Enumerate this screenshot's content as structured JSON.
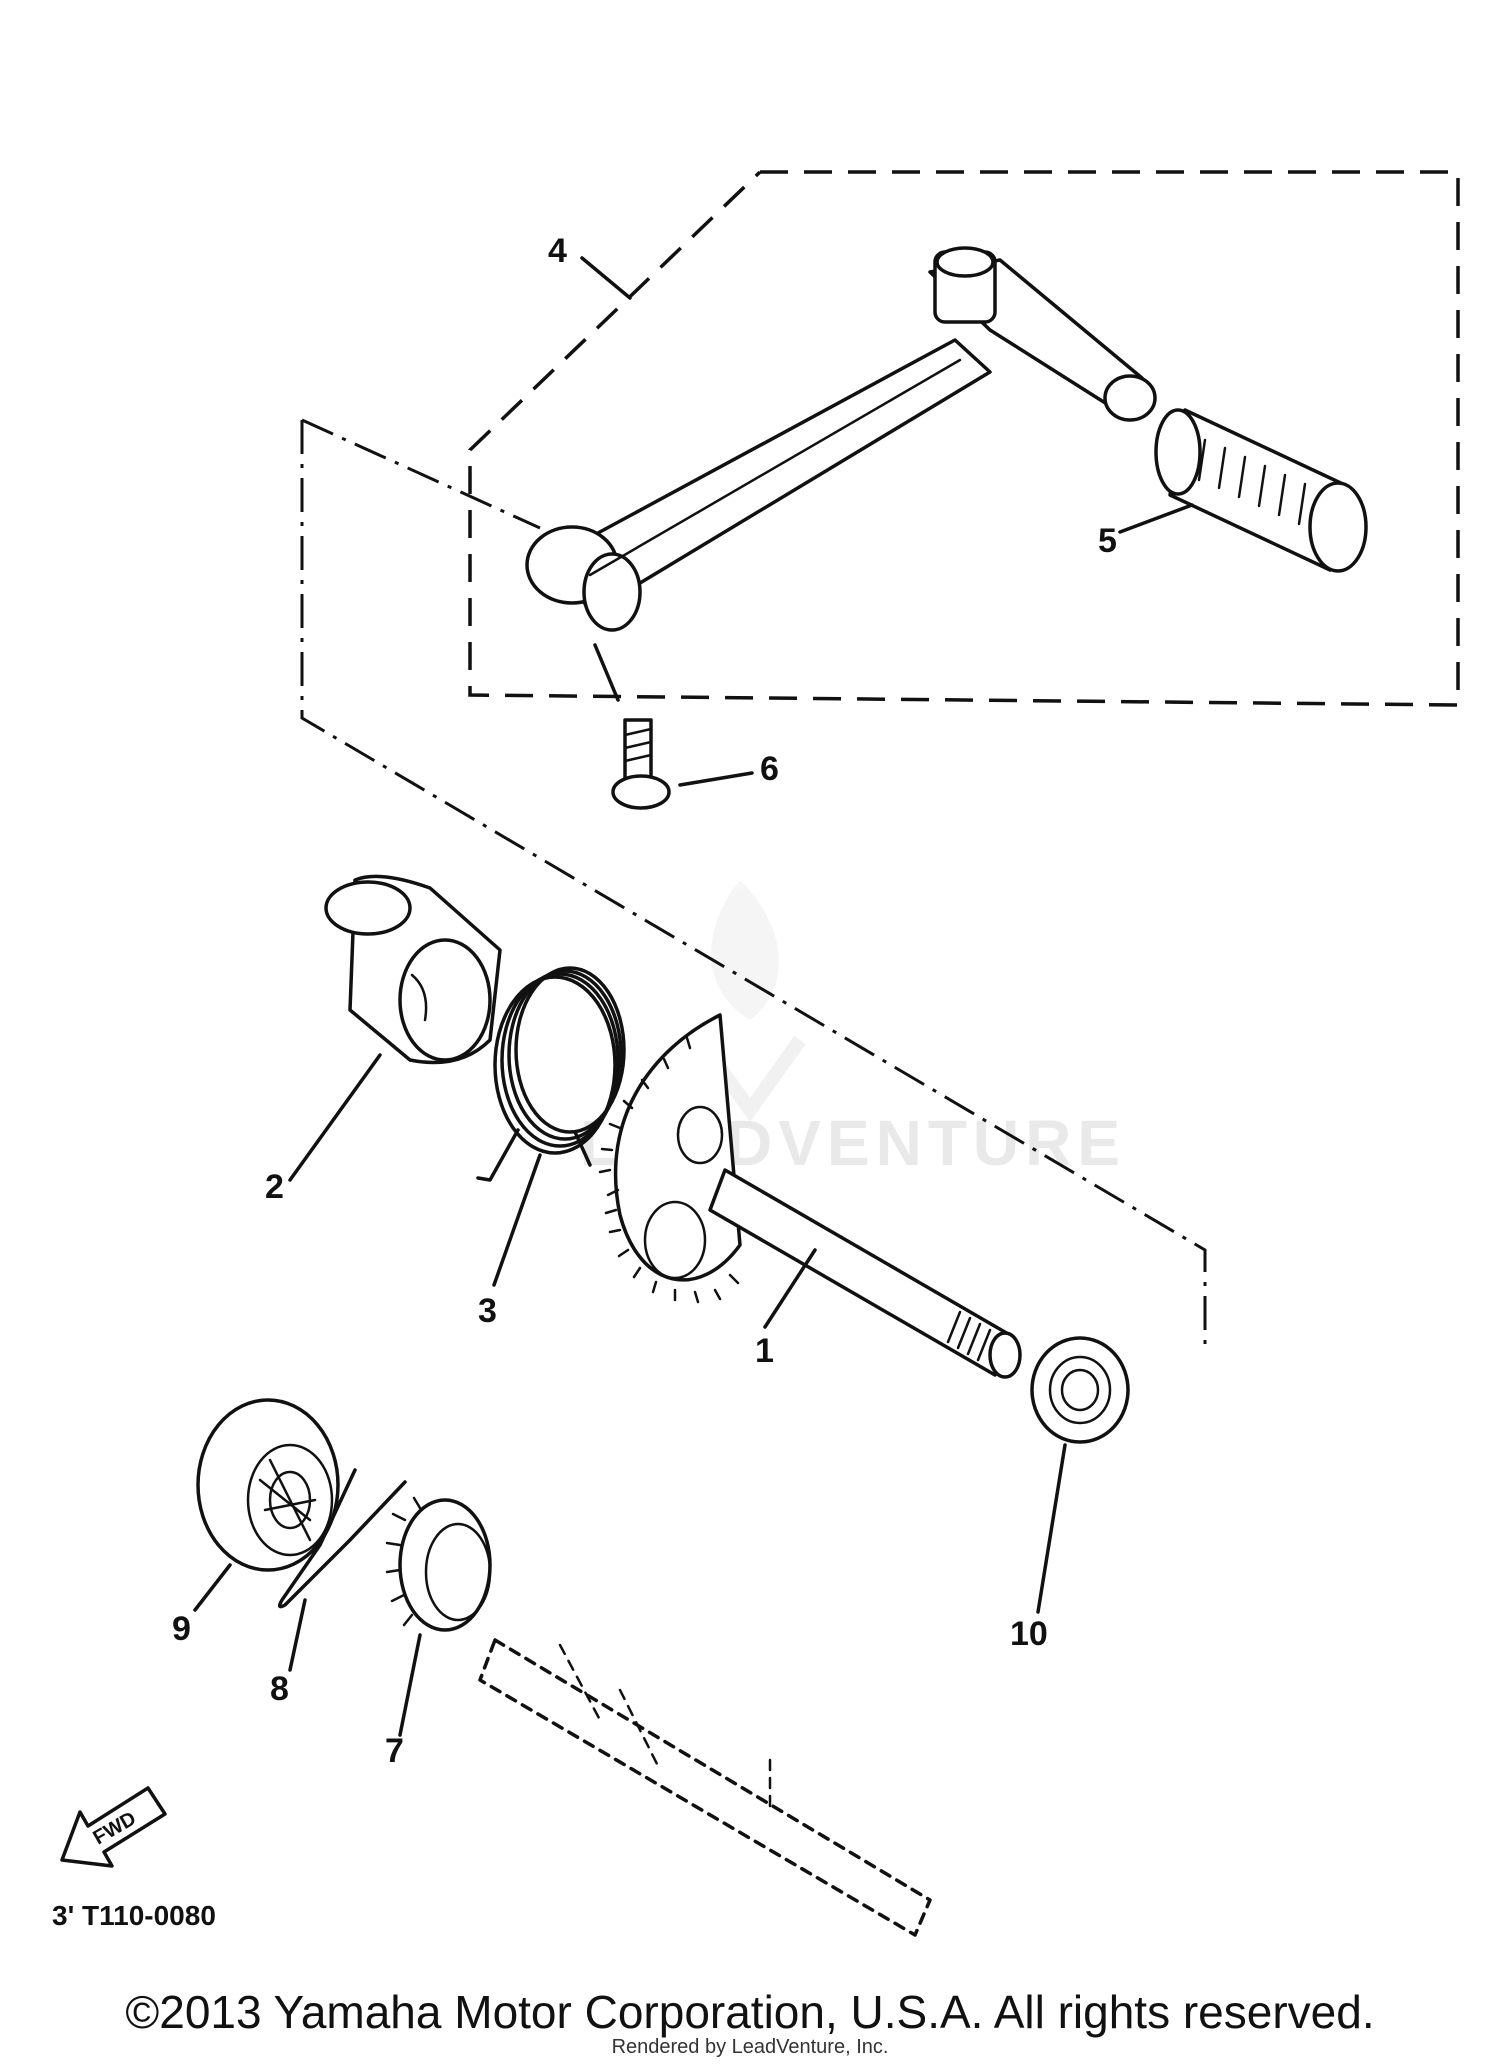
{
  "callouts": [
    {
      "number": "1"
    },
    {
      "number": "2"
    },
    {
      "number": "3"
    },
    {
      "number": "4"
    },
    {
      "number": "5"
    },
    {
      "number": "6"
    },
    {
      "number": "7"
    },
    {
      "number": "8"
    },
    {
      "number": "9"
    },
    {
      "number": "10"
    }
  ],
  "direction_symbol": "FWD",
  "diagram_code": "3' T110-0080",
  "watermark": "LEADVENTURE",
  "copyright": "©2013 Yamaha Motor Corporation, U.S.A. All rights reserved.",
  "rendered_by": "Rendered by LeadVenture, Inc."
}
